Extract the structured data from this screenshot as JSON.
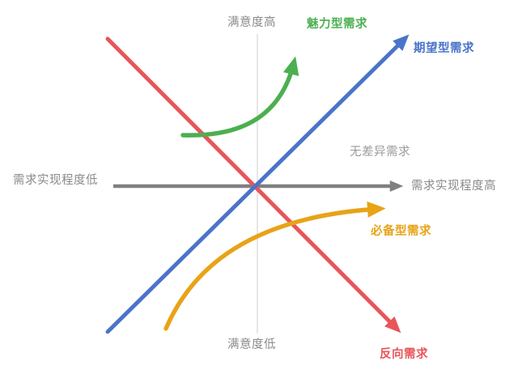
{
  "diagram": {
    "title_internal": "Kano Model",
    "axes": {
      "top_label": "满意度高",
      "bottom_label": "满意度低",
      "left_label": "需求实现程度低",
      "right_label": "需求实现程度高",
      "axis_color": "#808080",
      "vertical_line_color": "#d5d5d5"
    },
    "curves": [
      {
        "key": "attractive",
        "label": "魅力型需求",
        "color": "#4caf50",
        "shape": "rising-exponential",
        "start": [
          226,
          167
        ],
        "end": [
          372,
          58
        ]
      },
      {
        "key": "performance",
        "label": "期望型需求",
        "color": "#4a74c9",
        "shape": "linear-diagonal-up",
        "start": [
          133,
          410
        ],
        "end": [
          505,
          42
        ]
      },
      {
        "key": "must-be",
        "label": "必备型需求",
        "color": "#e8a317",
        "shape": "saturating-logarithmic",
        "start": [
          205,
          406
        ],
        "end": [
          480,
          258
        ]
      },
      {
        "key": "reverse",
        "label": "反向需求",
        "color": "#e8555a",
        "shape": "linear-diagonal-down",
        "start": [
          133,
          48
        ],
        "end": [
          496,
          412
        ]
      },
      {
        "key": "indifferent",
        "label": "无差异需求",
        "color": "#808080",
        "shape": "horizontal-flat",
        "start": [
          140,
          230
        ],
        "end": [
          495,
          230
        ]
      }
    ],
    "labels": {
      "attractive": "魅力型需求",
      "performance": "期望型需求",
      "indifferent": "无差异需求",
      "must_be": "必备型需求",
      "reverse": "反向需求",
      "satisfaction_high": "满意度高",
      "satisfaction_low": "满意度低",
      "fulfillment_low": "需求实现程度低",
      "fulfillment_high": "需求实现程度高"
    }
  }
}
